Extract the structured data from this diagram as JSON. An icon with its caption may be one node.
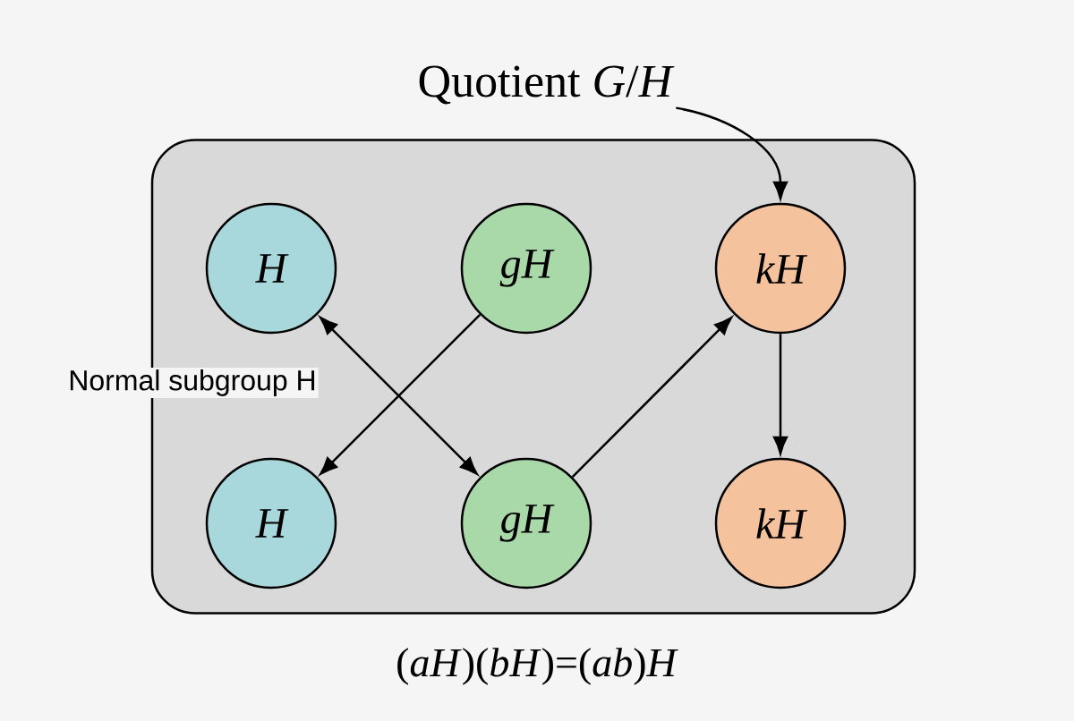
{
  "diagram": {
    "caption": "(*aH*)(*bH*)=(*ab*)*H*",
    "nodes": [
      {
        "text": [],
        "shape": "box"
      },
      {
        "text": [
          "H"
        ],
        "in": 0
      },
      {
        "text": [
          "gH"
        ],
        "in": 0
      },
      {
        "text": [
          "kH"
        ],
        "in": 0
      },
      {
        "text": [
          "H"
        ],
        "in": 0
      },
      {
        "text": [
          "gH"
        ],
        "in": 0
      },
      {
        "text": [
          "kH"
        ],
        "in": 0
      },
      {
        "text": [
          "Quotient *G*/*H*"
        ]
      }
    ],
    "edges": [
      {
        "from": 7,
        "to": 3,
        "arrow": "to"
      },
      {
        "from": 1,
        "to": 5,
        "arrow": "both"
      },
      {
        "from": 2,
        "to": 4,
        "arrow": "to"
      },
      {
        "from": 5,
        "to": 3,
        "arrow": "to"
      },
      {
        "from": 3,
        "to": 6,
        "arrow": "to"
      }
    ],
    "labels": [
      "Normal subgroup H"
    ]
  }
}
